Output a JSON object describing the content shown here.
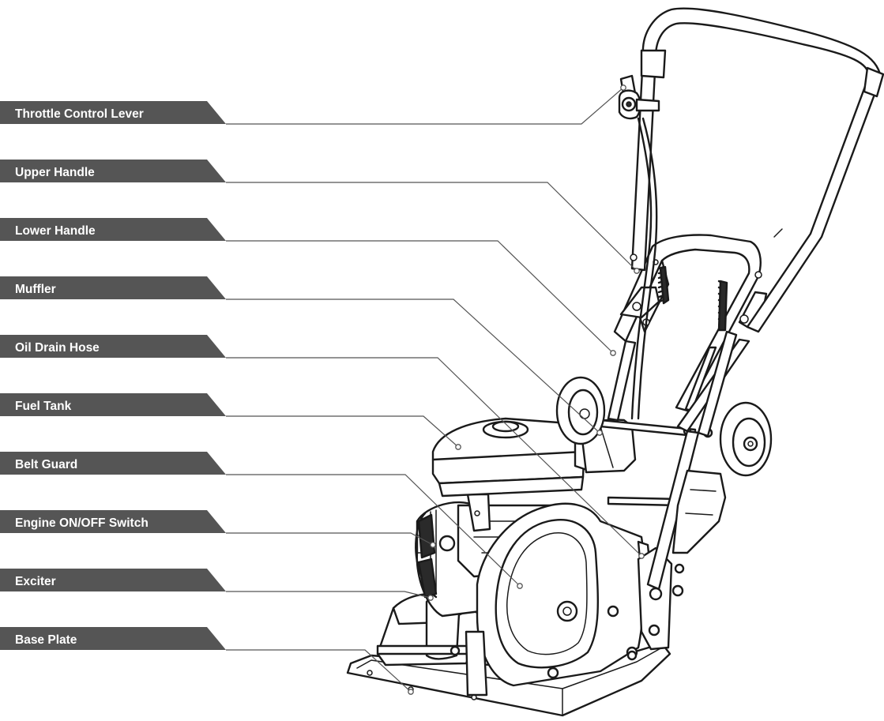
{
  "colors": {
    "tag_fill": "#555555",
    "tag_text": "#ffffff",
    "leader": "#555555",
    "line_art": "#1a1a1a"
  },
  "labels": [
    {
      "id": "throttle-control-lever",
      "text": "Throttle Control Lever"
    },
    {
      "id": "upper-handle",
      "text": "Upper Handle"
    },
    {
      "id": "lower-handle",
      "text": "Lower Handle"
    },
    {
      "id": "muffler",
      "text": "Muffler"
    },
    {
      "id": "oil-drain-hose",
      "text": "Oil Drain Hose"
    },
    {
      "id": "fuel-tank",
      "text": "Fuel Tank"
    },
    {
      "id": "belt-guard",
      "text": "Belt Guard"
    },
    {
      "id": "engine-on-off-switch",
      "text": "Engine ON/OFF Switch"
    },
    {
      "id": "exciter",
      "text": "Exciter"
    },
    {
      "id": "base-plate",
      "text": "Base Plate"
    }
  ]
}
